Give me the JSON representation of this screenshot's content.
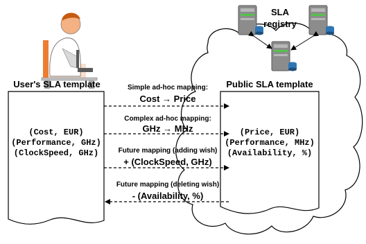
{
  "user": {
    "template_title": "User's SLA template",
    "entries": [
      "(Cost, EUR)",
      "(Performance, GHz)",
      "(ClockSpeed, GHz)"
    ]
  },
  "public": {
    "template_title": "Public SLA template",
    "entries": [
      "(Price, EUR)",
      "(Performance, MHz)",
      "(Availability, %)"
    ]
  },
  "registry": {
    "label_line1": "SLA",
    "label_line2": "registry"
  },
  "mappings": [
    {
      "title": "Simple ad-hoc mapping:",
      "content": "Cost → Price",
      "direction": "right"
    },
    {
      "title": "Complex ad-hoc mapping:",
      "content": "GHz → MHz",
      "direction": "right"
    },
    {
      "title": "Future mapping (adding wish)",
      "content": "+ (ClockSpeed, GHz)",
      "direction": "right"
    },
    {
      "title": "Future mapping (deleting wish)",
      "content": "- (Availability, %)",
      "direction": "left"
    }
  ],
  "colors": {
    "server_body": "#8c8c8c",
    "server_light": "#b8b8b8",
    "server_green": "#55c24a",
    "db_blue": "#2e75b6",
    "person_skin": "#f4b183",
    "person_hair": "#c55a11",
    "chair": "#ed7d31"
  }
}
